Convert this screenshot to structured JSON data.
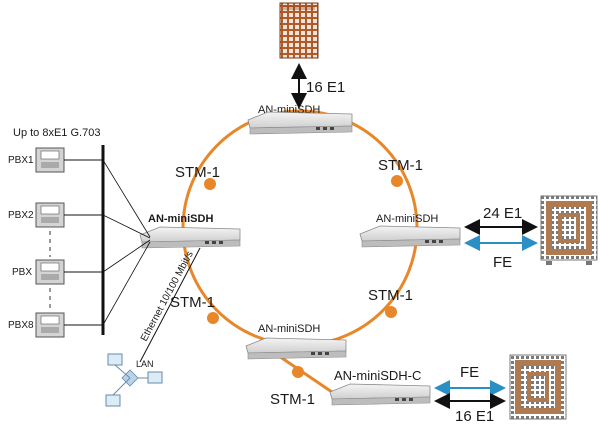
{
  "labels": {
    "e1_top": "16 E1",
    "top_node": "AN-miniSDH",
    "up_to": "Up to 8xE1 G.703",
    "stm_left_top": "STM-1",
    "stm_right_top": "STM-1",
    "left_node": "AN-miniSDH",
    "right_node": "AN-miniSDH",
    "e1_right": "24 E1",
    "fe_right": "FE",
    "stm_left_bottom": "STM-1",
    "stm_right_bottom": "STM-1",
    "bottom_node": "AN-miniSDH",
    "node_c": "AN-miniSDH-C",
    "fe_bottom": "FE",
    "stm_c": "STM-1",
    "e1_bottom": "16 E1",
    "ethernet": "Ethernet 10/100 Mbit/s",
    "lan": "LAN"
  },
  "pbx": [
    "PBX1",
    "PBX2",
    "PBX",
    "PBX8"
  ],
  "colors": {
    "ring": "#e8872a",
    "fe_arrow": "#2a8fc4",
    "e1_arrow": "#111111",
    "building": "#b05a2a",
    "mux_frame": "#b07a50"
  }
}
